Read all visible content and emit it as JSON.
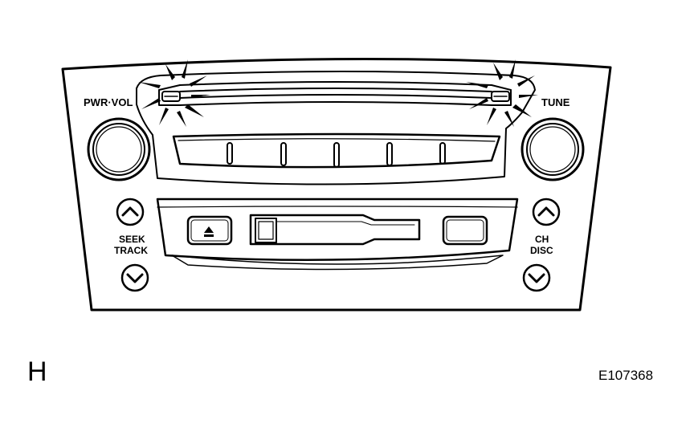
{
  "labels": {
    "pwr_vol": "PWR·VOL",
    "tune": "TUNE",
    "seek_line1": "SEEK",
    "seek_line2": "TRACK",
    "ch_line1": "CH",
    "ch_line2": "DISC"
  },
  "icons": {
    "eject": "eject-icon",
    "seek_up": "chevron-up-icon",
    "seek_down": "chevron-down-icon",
    "ch_up": "chevron-up-icon",
    "ch_down": "chevron-down-icon",
    "flash": "flash-burst-icon"
  },
  "annotations": {
    "figure_letter": "H",
    "figure_code": "E107368"
  },
  "colors": {
    "line": "#000000",
    "background": "#ffffff"
  }
}
